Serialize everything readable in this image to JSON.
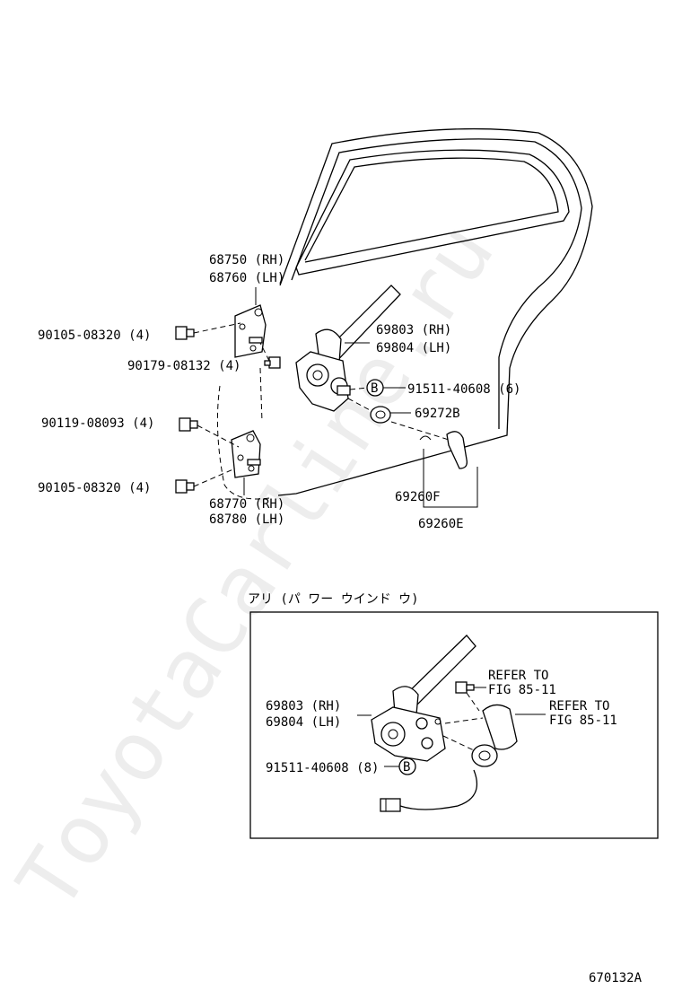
{
  "watermark": "ToyotaCarline.ru",
  "figure_id": "670132A",
  "main": {
    "regulator_rh": "69803 (RH)",
    "regulator_lh": "69804 (LH)",
    "upper_hinge_rh": "68750 (RH)",
    "upper_hinge_lh": "68760 (LH)",
    "lower_hinge_rh": "68770 (RH)",
    "lower_hinge_lh": "68780 (LH)",
    "bolt_upper": "90105-08320 (4)",
    "bolt_stud": "90179-08132 (4)",
    "bolt_mid": "90119-08093 (4)",
    "bolt_lower": "90105-08320 (4)",
    "rivet": "91511-40608 (6)",
    "callout_b": "B",
    "washer": "69272B",
    "handle_clip": "69260F",
    "handle": "69260E"
  },
  "inset": {
    "title": "アリ (パ ワー  ウインド ウ)",
    "regulator_rh": "69803 (RH)",
    "regulator_lh": "69804 (LH)",
    "rivet": "91511-40608 (8)",
    "callout_b": "B",
    "refer1_line1": "REFER TO",
    "refer1_line2": "FIG 85-11",
    "refer2_line1": "REFER TO",
    "refer2_line2": "FIG 85-11"
  }
}
